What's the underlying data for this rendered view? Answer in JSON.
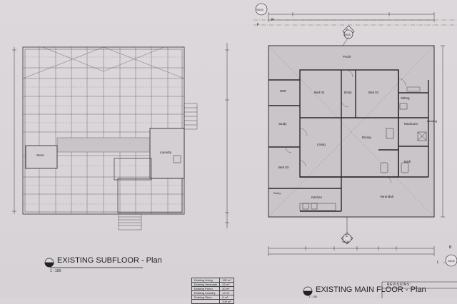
{
  "drawings": {
    "subfloor": {
      "title": "EXISTING SUBFLOOR - Plan",
      "scale": "1 : 100",
      "labels": {
        "store": "Store",
        "laundry": "Laundry"
      }
    },
    "main_floor": {
      "title": "EXISTING MAIN FLOOR - Plan",
      "scale": "1 : 100",
      "rooms": {
        "porch": "Porch",
        "wir": "WIR",
        "bed02": "Bed 02",
        "entry": "Entry",
        "bed01": "Bed 01",
        "sitting": "Sitting",
        "study": "Study",
        "mudroom": "Mudroom",
        "dining": "Dining",
        "living": "Living",
        "landing": "Landing",
        "bed03": "Bed 03",
        "bath": "Bath",
        "pantry": "Pantry",
        "kitchen": "Kitchen",
        "verandah": "Verandah"
      }
    }
  },
  "section_markers": {
    "top_left": "SK03",
    "top_center": "SK04",
    "bottom_center": "SK04",
    "right": "SK02",
    "grid_r": "R",
    "grid_f": "F",
    "grid_a_top": "A",
    "grid_a_bottom": "A",
    "grid_b": "B",
    "grid_l": "L"
  },
  "areas_table": {
    "rows": [
      {
        "label": "Existing Living",
        "value": "152 m²"
      },
      {
        "label": "Existing Verandah",
        "value": "29 m²"
      },
      {
        "label": "Existing Porch",
        "value": "30 m²"
      },
      {
        "label": "Existing Laundry",
        "value": "12 m²"
      },
      {
        "label": "Existing Store",
        "value": "6 m²"
      },
      {
        "label": "",
        "value": "209 m²"
      }
    ]
  },
  "revisions_label": "REVISIONS:"
}
